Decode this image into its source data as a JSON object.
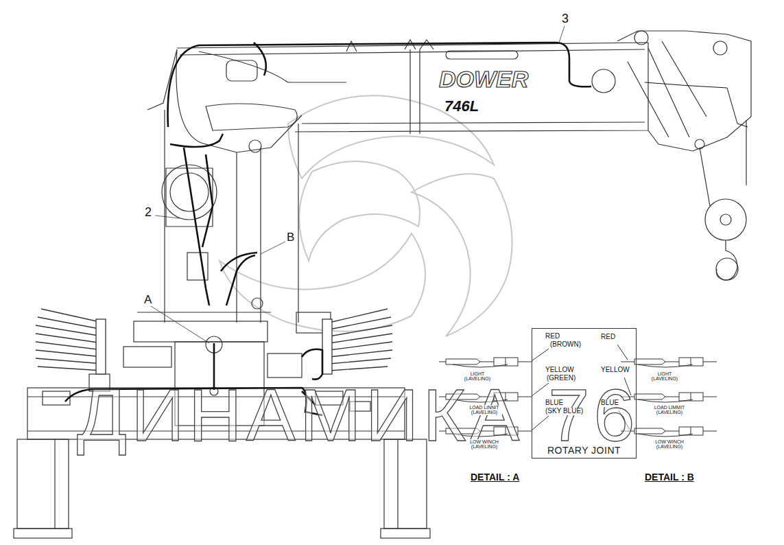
{
  "diagram": {
    "nodes": [
      {
        "text": [
          "ROTARY JOINT"
        ]
      }
    ],
    "labels": [
      "3",
      "2",
      "B",
      "A",
      "DOWER",
      "746L",
      "ДИНАМИКА 76",
      "RED",
      "(BROWN)",
      "LIGHT (LAVELING)",
      "YELLOW",
      "(GREEN)",
      "LOAD LINNIT (LAVELING)",
      "BLUE",
      "(SKY BLUE)",
      "LOW WINCH (LAVELING)",
      "DETAIL : A",
      "RED",
      "LIGHT (LAVELING)",
      "YELLOW",
      "LOAD LIMMIT (LAVELING)",
      "BLUE",
      "LOW WINCH (LAVELING)",
      "DETAIL : B"
    ]
  }
}
